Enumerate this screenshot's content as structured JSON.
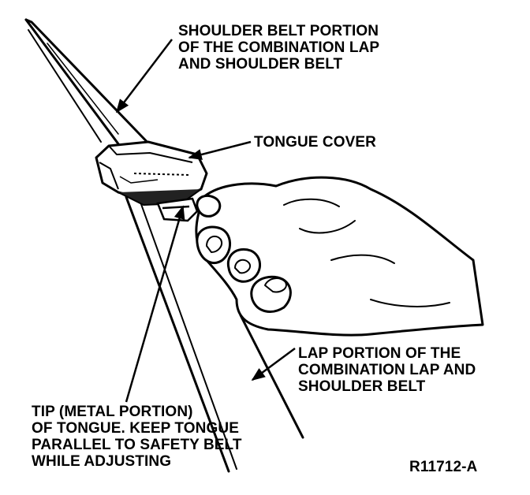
{
  "labels": {
    "shoulder_belt": [
      "SHOULDER BELT PORTION",
      "OF THE COMBINATION LAP",
      "AND SHOULDER BELT"
    ],
    "tongue_cover": "TONGUE COVER",
    "lap_portion": [
      "LAP PORTION OF THE",
      "COMBINATION LAP AND",
      "SHOULDER BELT"
    ],
    "tip": [
      "TIP (METAL PORTION)",
      "OF TONGUE. KEEP TONGUE",
      "PARALLEL TO SAFETY BELT",
      "WHILE ADJUSTING"
    ]
  },
  "figure_id": "R11712-A"
}
